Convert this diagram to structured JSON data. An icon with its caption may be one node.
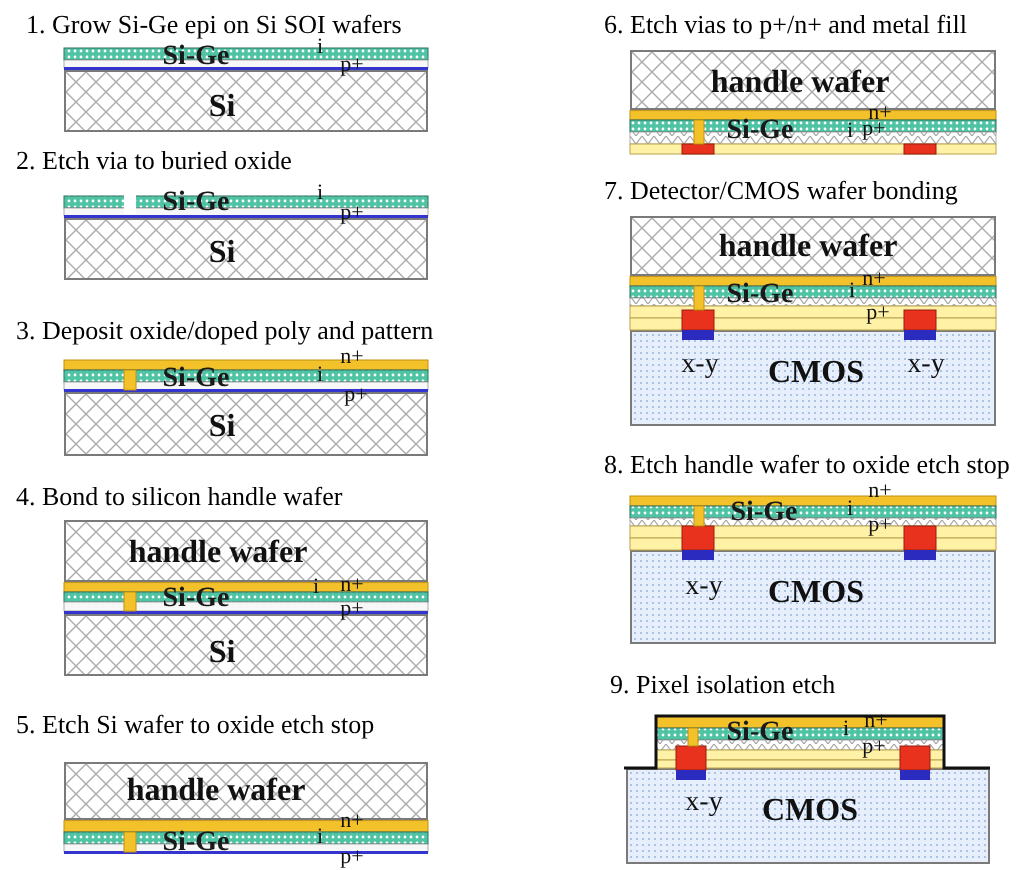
{
  "diagram": {
    "nodes": [
      {
        "text": [
          "Si"
        ]
      },
      {
        "text": [
          "Si"
        ]
      },
      {
        "text": [
          "Si"
        ]
      },
      {
        "text": [
          "handle wafer"
        ]
      },
      {
        "text": [
          "Si"
        ]
      },
      {
        "text": [
          "handle wafer"
        ]
      },
      {
        "text": [
          "handle wafer"
        ]
      },
      {
        "text": [
          "handle wafer"
        ]
      },
      {
        "text": [
          "x-y",
          "CMOS",
          "x-y"
        ]
      },
      {
        "text": [
          "x-y",
          "CMOS"
        ]
      },
      {
        "text": [
          "x-y",
          "CMOS"
        ]
      }
    ],
    "labels": [
      "1. Grow Si-Ge epi on Si SOI wafers",
      "Si-Ge",
      "i",
      "p+",
      "2. Etch via to buried oxide",
      "Si-Ge",
      "i",
      "p+",
      "3. Deposit oxide/doped poly and pattern",
      "n+",
      "Si-Ge",
      "i",
      "p+",
      "4. Bond to silicon handle wafer",
      "Si-Ge",
      "i",
      "n+",
      "p+",
      "5. Etch Si wafer to oxide etch stop",
      "n+",
      "Si-Ge",
      "i",
      "p+",
      "6. Etch vias to p+/n+ and metal fill",
      "n+",
      "Si-Ge",
      "i",
      "p+",
      "7. Detector/CMOS wafer bonding",
      "n+",
      "Si-Ge",
      "i",
      "p+",
      "8. Etch handle wafer to oxide etch stop",
      "n+",
      "Si-Ge",
      "i",
      "p+",
      "9. Pixel isolation etch",
      "n+",
      "Si-Ge",
      "i",
      "p+"
    ]
  }
}
